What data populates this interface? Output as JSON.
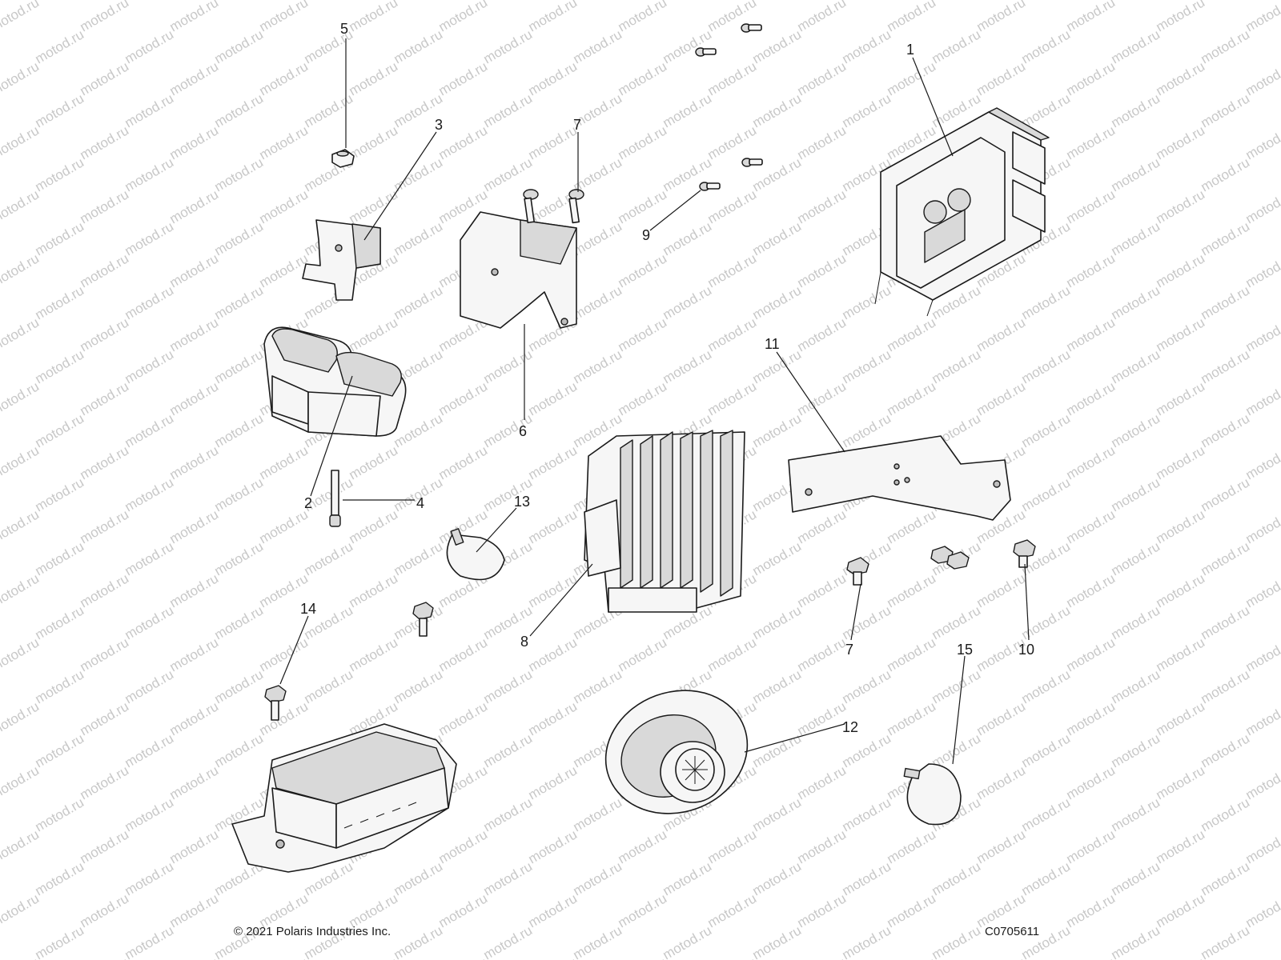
{
  "watermark": "motod.ru",
  "callouts": {
    "c1": "1",
    "c2": "2",
    "c3": "3",
    "c4": "4",
    "c5": "5",
    "c6": "6",
    "c7a": "7",
    "c7b": "7",
    "c8": "8",
    "c9": "9",
    "c10": "10",
    "c11": "11",
    "c12": "12",
    "c13": "13",
    "c14": "14",
    "c15": "15"
  },
  "footer": {
    "copyright": "© 2021 Polaris Industries Inc.",
    "drawing_id": "C0705611"
  },
  "colors": {
    "line": "#1a1a1a",
    "part_fill": "#f6f6f6",
    "part_shade": "#d9d9d9",
    "watermark": "#c8c8c8"
  }
}
